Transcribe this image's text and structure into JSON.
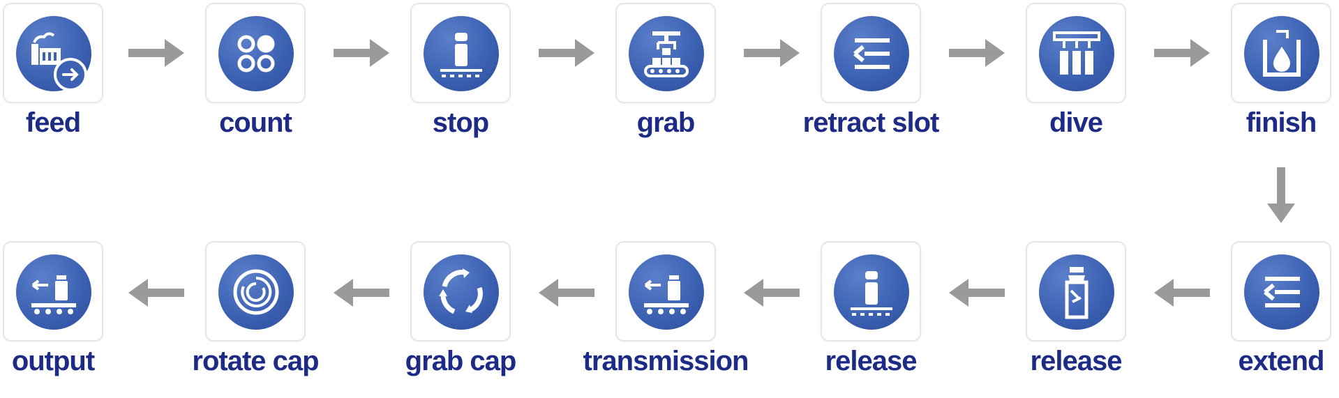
{
  "steps_row1": [
    {
      "label": "feed",
      "icon": "factory-arrow-icon"
    },
    {
      "label": "count",
      "icon": "four-circles-icon"
    },
    {
      "label": "stop",
      "icon": "stopper-icon"
    },
    {
      "label": "grab",
      "icon": "gripper-conveyor-icon"
    },
    {
      "label": "retract slot",
      "icon": "retract-arrow-icon"
    },
    {
      "label": "dive",
      "icon": "filling-nozzles-icon"
    },
    {
      "label": "finish",
      "icon": "liquid-container-icon"
    }
  ],
  "steps_row2": [
    {
      "label": "extend",
      "icon": "extend-arrow-icon"
    },
    {
      "label": "release",
      "icon": "bottle-icon"
    },
    {
      "label": "release",
      "icon": "stopper-icon"
    },
    {
      "label": "transmission",
      "icon": "conveyor-bottle-icon"
    },
    {
      "label": "grab cap",
      "icon": "rotation-arrows-icon"
    },
    {
      "label": "rotate cap",
      "icon": "concentric-rings-icon"
    },
    {
      "label": "output",
      "icon": "conveyor-bottle-icon"
    }
  ],
  "colors": {
    "label": "#1d2b86",
    "icon_bg": "#3d62b3",
    "arrow": "#9a9a9a",
    "card_border": "#e6e6e6"
  }
}
